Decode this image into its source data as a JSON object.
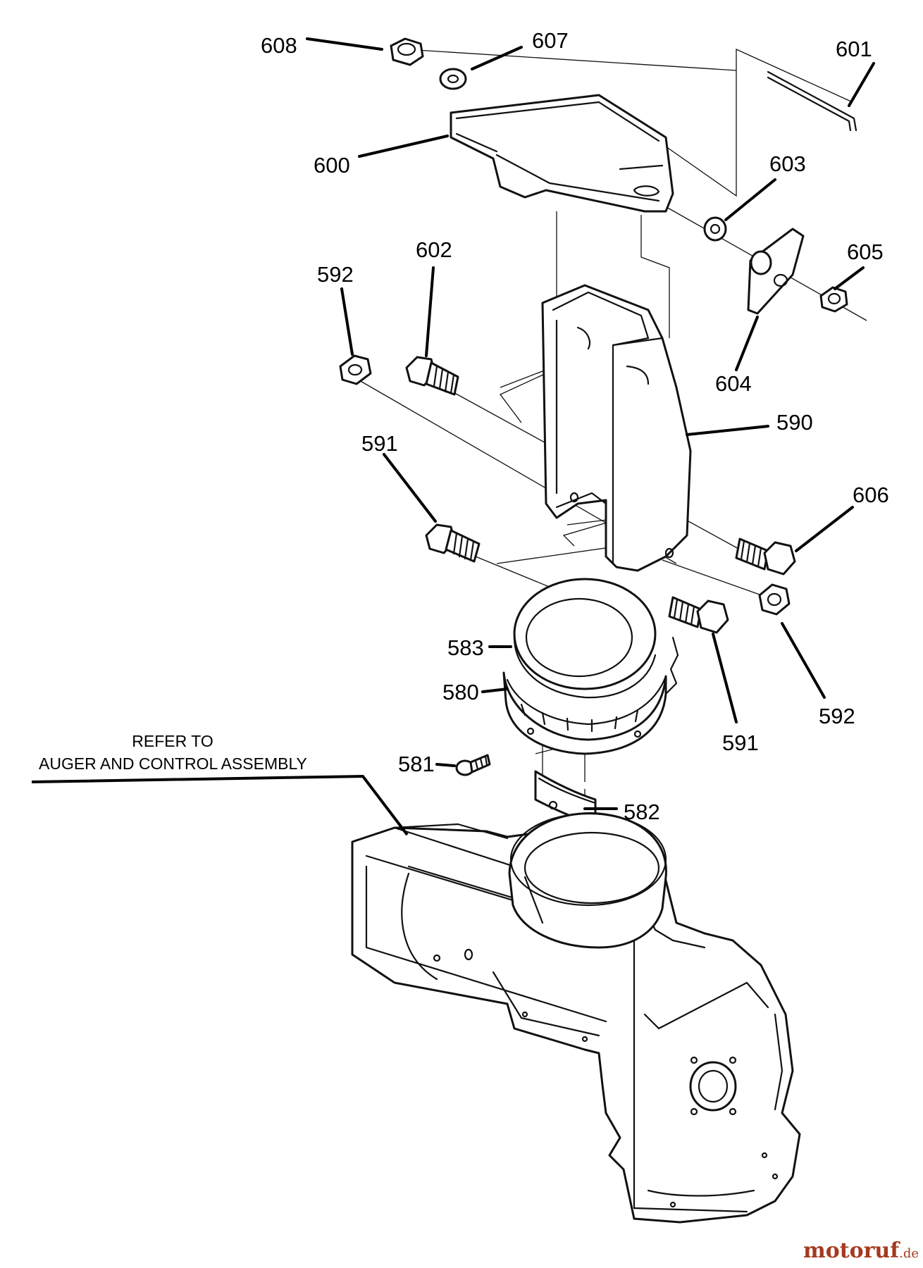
{
  "callouts": {
    "p608": "608",
    "p607": "607",
    "p601": "601",
    "p600": "600",
    "p603": "603",
    "p605": "605",
    "p602": "602",
    "p592_top": "592",
    "p604": "604",
    "p590": "590",
    "p591_left": "591",
    "p606": "606",
    "p583": "583",
    "p580": "580",
    "p591_right": "591",
    "p592_bottom": "592",
    "p581": "581",
    "p582": "582"
  },
  "reference_note": {
    "line1": "REFER TO",
    "line2": "AUGER AND CONTROL ASSEMBLY"
  },
  "watermark": {
    "brand": "motoruf",
    "suffix": ".de"
  },
  "colors": {
    "line": "#111111",
    "watermark": "#a33a1f"
  }
}
